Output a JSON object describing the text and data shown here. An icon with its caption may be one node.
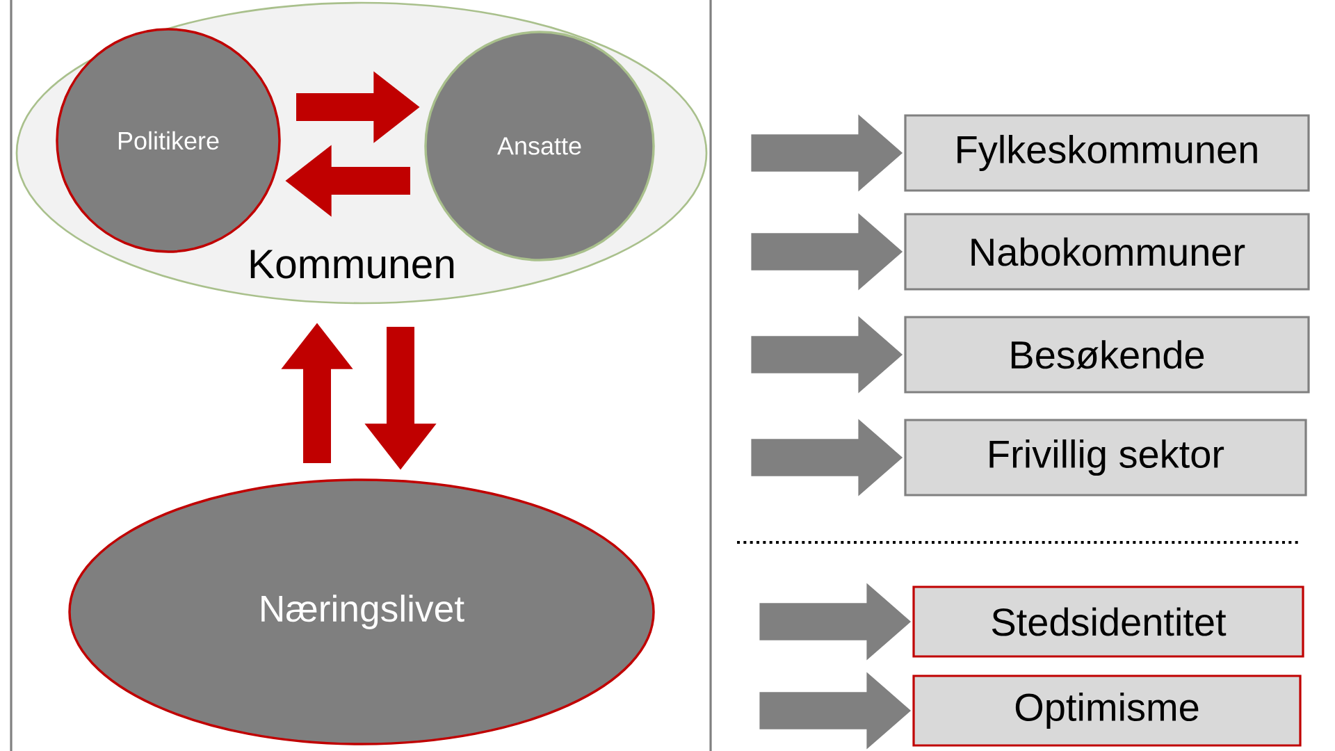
{
  "diagram": {
    "nodes": [
      {
        "text": [
          "Kommunen"
        ]
      },
      {
        "text": [
          "Politikere"
        ],
        "in": 0
      },
      {
        "text": [
          "Ansatte"
        ],
        "in": 0
      },
      {
        "text": [
          "Næringslivet"
        ]
      },
      {
        "text": [
          "Fylkeskommunen"
        ]
      },
      {
        "text": [
          "Nabokommuner"
        ]
      },
      {
        "text": [
          "Besøkende"
        ]
      },
      {
        "text": [
          "Frivillig sektor"
        ]
      },
      {
        "text": [
          "Stedsidentitet"
        ]
      },
      {
        "text": [
          "Optimisme"
        ]
      }
    ],
    "edges": [
      {
        "from": 1,
        "to": 2,
        "arrow": "to",
        "color": "#c00000"
      },
      {
        "from": 2,
        "to": 1,
        "arrow": "to",
        "color": "#c00000"
      },
      {
        "from": 3,
        "to": 0,
        "arrow": "to",
        "color": "#c00000"
      },
      {
        "from": 0,
        "to": 3,
        "arrow": "to",
        "color": "#c00000"
      },
      {
        "from": null,
        "to": 4,
        "arrow": "to"
      },
      {
        "from": null,
        "to": 5,
        "arrow": "to"
      },
      {
        "from": null,
        "to": 6,
        "arrow": "to"
      },
      {
        "from": null,
        "to": 7,
        "arrow": "to"
      },
      {
        "from": null,
        "to": 8,
        "arrow": "to"
      },
      {
        "from": null,
        "to": 9,
        "arrow": "to"
      }
    ]
  }
}
